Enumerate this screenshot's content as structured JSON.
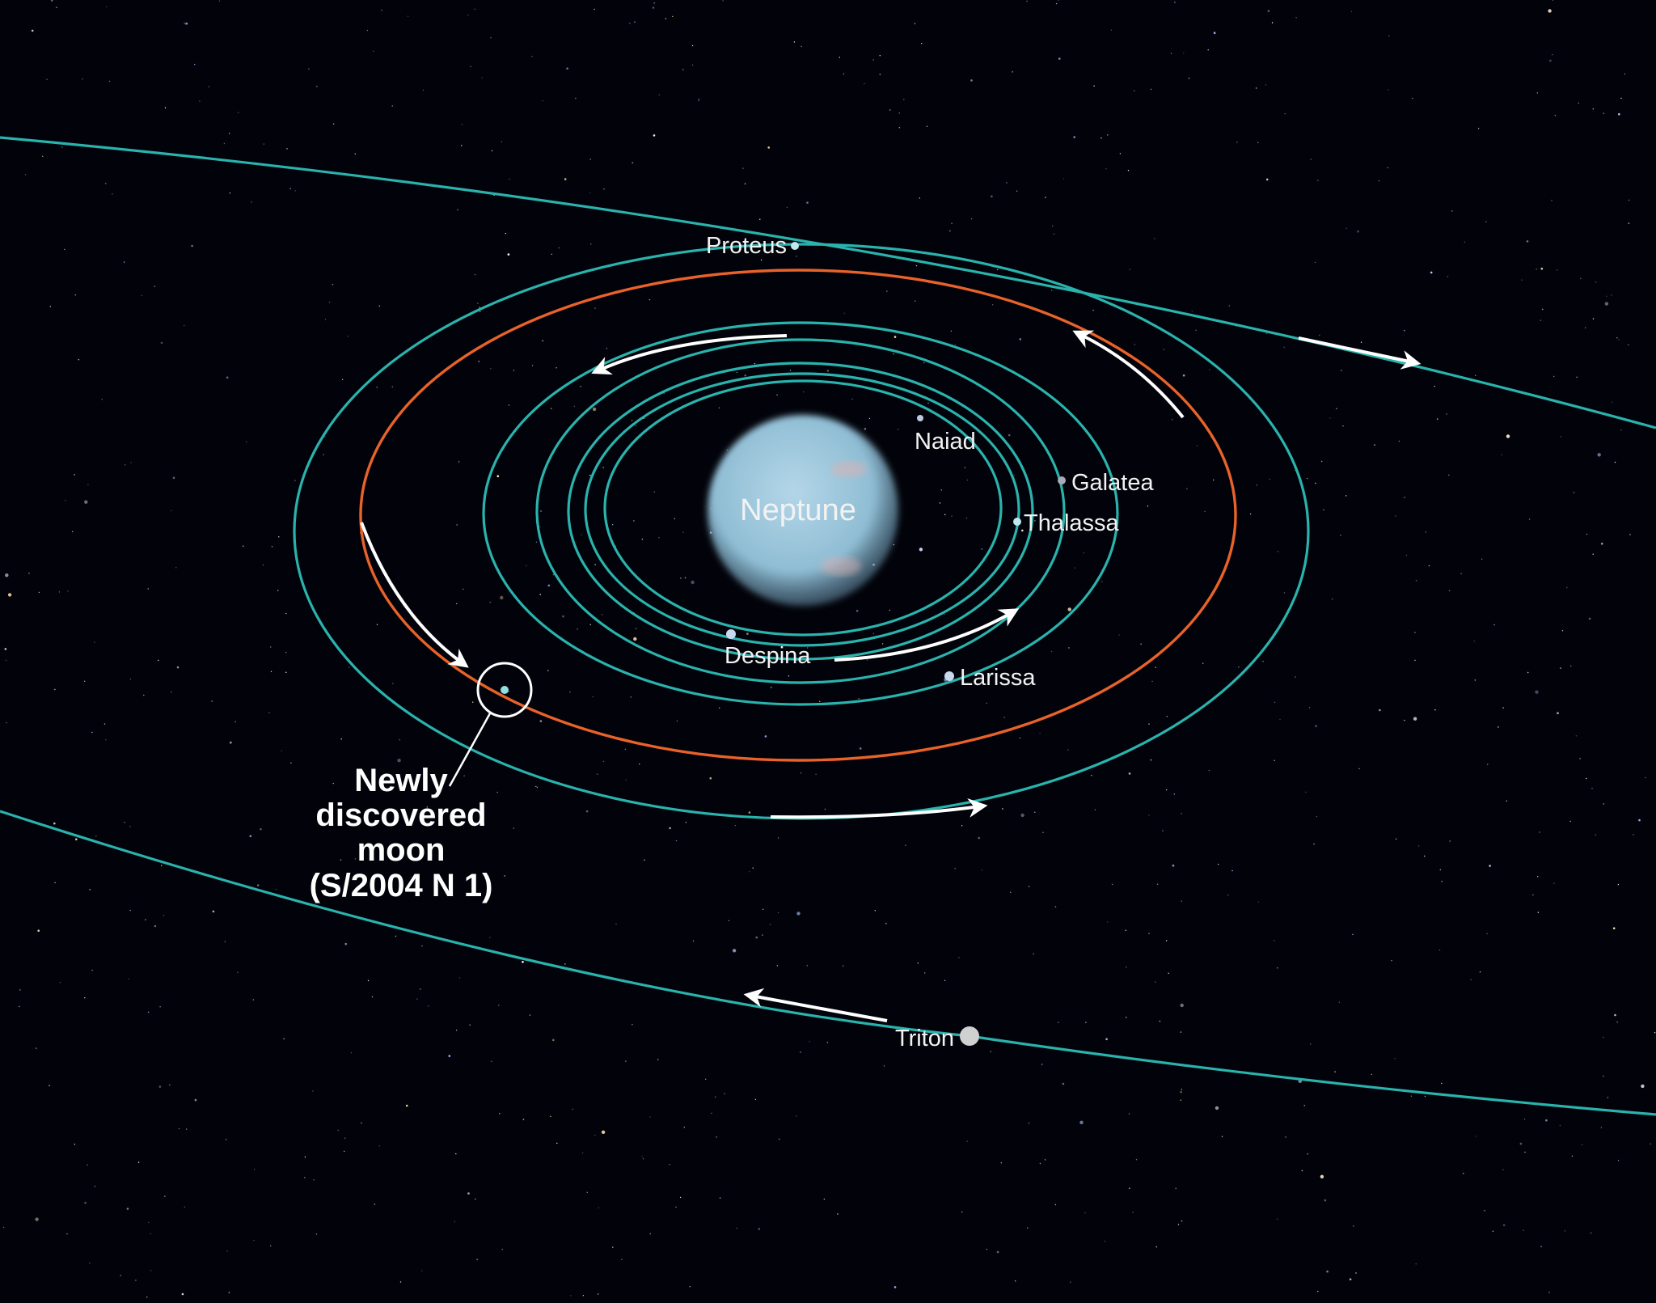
{
  "colors": {
    "orbit": "#2ab3ad",
    "new_moon_orbit": "#e8622a",
    "arrow": "#ffffff",
    "planet": "#9cc6dc",
    "background": "#02030a"
  },
  "planet": {
    "name": "Neptune"
  },
  "moons": [
    {
      "name": "Proteus"
    },
    {
      "name": "Naiad"
    },
    {
      "name": "Galatea"
    },
    {
      "name": "Thalassa"
    },
    {
      "name": "Despina"
    },
    {
      "name": "Larissa"
    },
    {
      "name": "Triton"
    }
  ],
  "callout": {
    "lines": [
      "Newly",
      "discovered",
      "moon",
      "(S/2004 N 1)"
    ]
  }
}
